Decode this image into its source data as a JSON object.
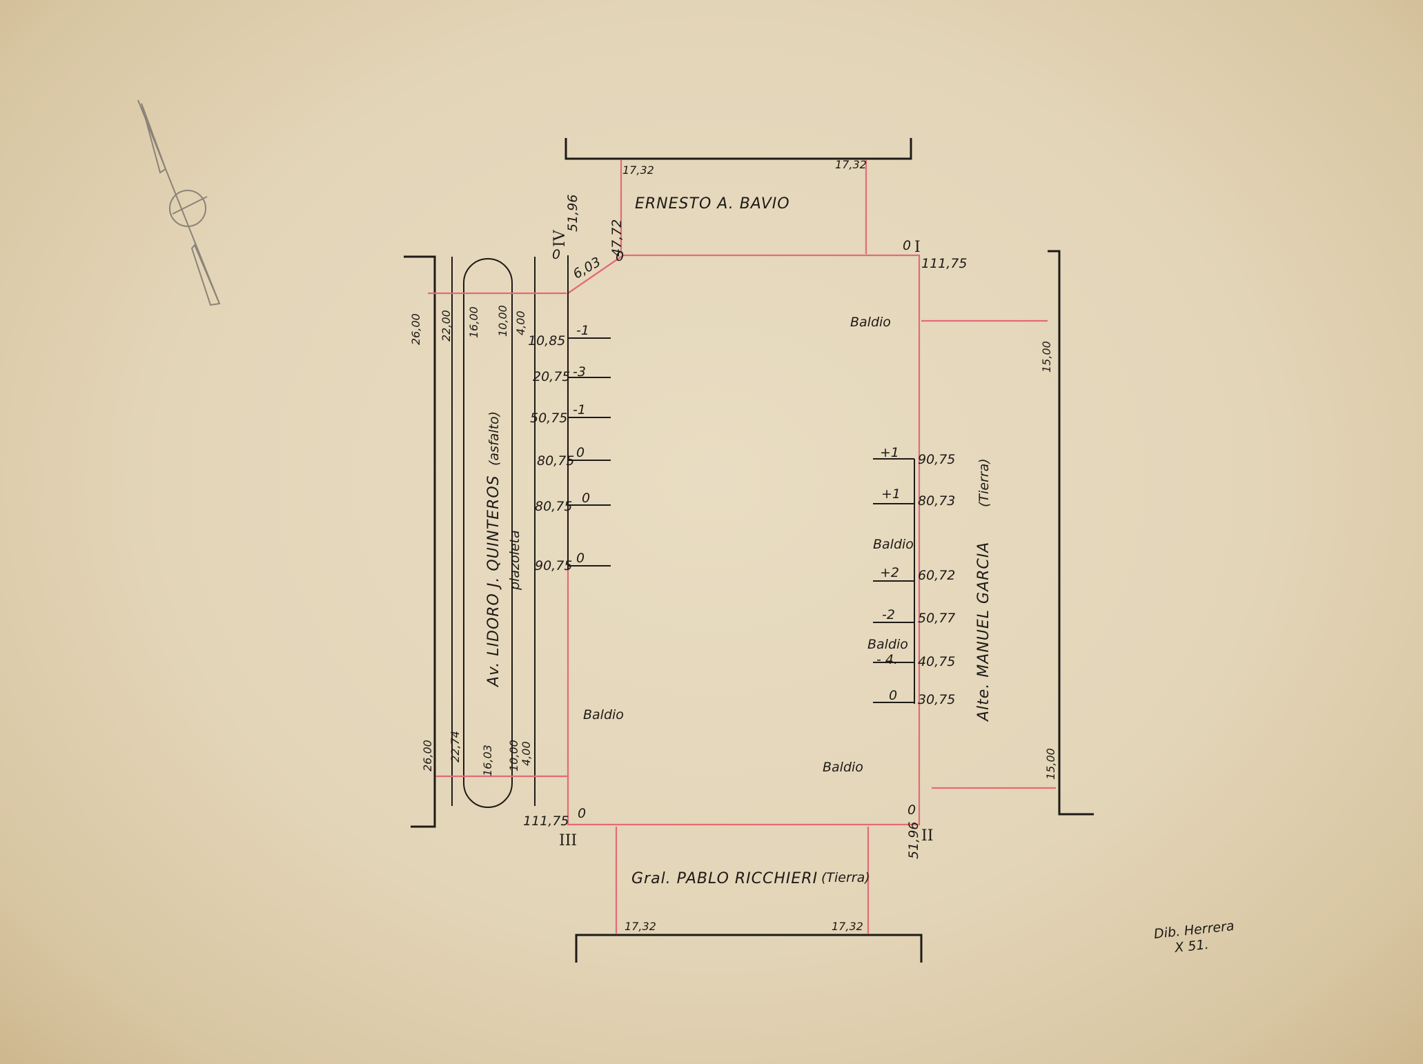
{
  "streets": {
    "north": "ERNESTO A. BAVIO",
    "south": "Gral. PABLO RICCHIERI",
    "south_note": "(Tierra)",
    "west": "Av. LIDORO J. QUINTEROS",
    "west_note": "(asfalto)",
    "west_sub": "plazoleta",
    "east": "Alte. MANUEL GARCIA",
    "east_note": "(Tierra)"
  },
  "corners": {
    "I": {
      "label": "I",
      "value": "111,75",
      "mark": "0"
    },
    "II": {
      "label": "II",
      "value": "51,96",
      "mark": "0"
    },
    "III": {
      "label": "III",
      "value": "111,75",
      "mark": "0"
    },
    "IV": {
      "label": "IV",
      "value": "51,96",
      "mark": "0"
    }
  },
  "chamfer": {
    "length": "6,03",
    "end_value": "47,72",
    "end_mark": "0"
  },
  "dims": {
    "north_left": "17,32",
    "north_right": "17,32",
    "south_left": "17,32",
    "south_right": "17,32",
    "east_top": "15,00",
    "east_bottom": "15,00",
    "west_top": [
      "26,00",
      "22,00",
      "16,00",
      "10,00",
      "4,00"
    ],
    "west_bottom": [
      "26,00",
      "22,74",
      "16,03",
      "10,00",
      "4,00"
    ]
  },
  "west_marks": [
    {
      "value": "10,85",
      "level": "-1"
    },
    {
      "value": "20,75",
      "level": "-3"
    },
    {
      "value": "50,75",
      "level": "-1"
    },
    {
      "value": "80,75",
      "level": "0"
    },
    {
      "value": "80,75",
      "level": "0"
    },
    {
      "value": "90,75",
      "level": "0"
    }
  ],
  "east_marks": [
    {
      "value": "90,75",
      "level": "+1"
    },
    {
      "value": "80,73",
      "level": "+1"
    },
    {
      "value": "60,72",
      "level": "+2"
    },
    {
      "value": "50,77",
      "level": "-2"
    },
    {
      "value": "40,75",
      "level": "- 4."
    },
    {
      "value": "30,75",
      "level": "0"
    }
  ],
  "baldio_labels": [
    "Baldio",
    "Baldio",
    "Baldio",
    "Baldio",
    "Baldio"
  ],
  "signature": {
    "line1": "Dib. Herrera",
    "line2": "X 51."
  }
}
